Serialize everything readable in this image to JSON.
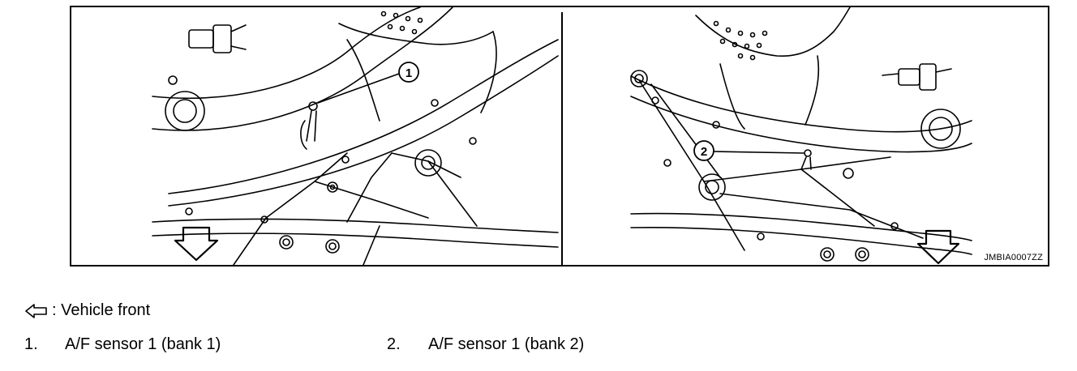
{
  "figure": {
    "id": "JMBIA0007ZZ",
    "callouts": [
      "1",
      "2"
    ]
  },
  "legend": {
    "front_text": ": Vehicle front"
  },
  "parts": [
    {
      "number": "1.",
      "label": "A/F sensor 1 (bank 1)"
    },
    {
      "number": "2.",
      "label": "A/F sensor 1 (bank 2)"
    }
  ],
  "colors": {
    "line": "#000000",
    "background": "#ffffff"
  }
}
